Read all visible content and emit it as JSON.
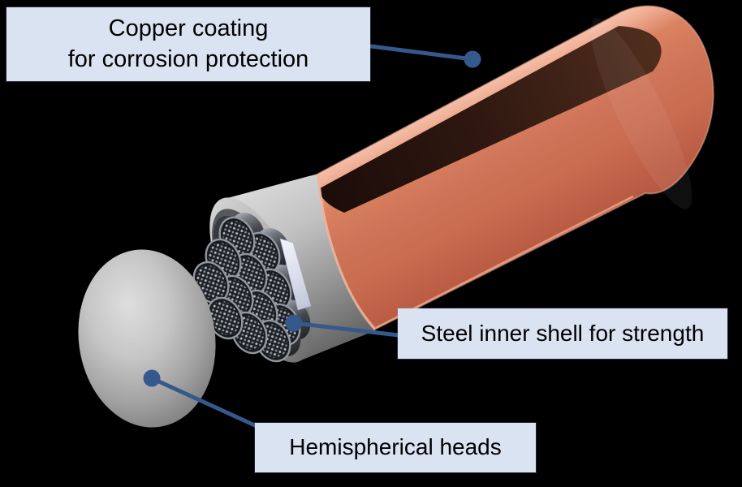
{
  "diagram": {
    "background_color": "#000000",
    "callouts": [
      {
        "id": "copper",
        "lines": [
          "Copper coating",
          "for corrosion protection"
        ]
      },
      {
        "id": "steel",
        "lines": [
          "Steel inner shell for strength"
        ]
      },
      {
        "id": "heads",
        "lines": [
          "Hemispherical heads"
        ]
      }
    ],
    "style": {
      "callout_background": "#dae3f1",
      "callout_text": "#000000",
      "leader_color": "#35598c",
      "copper_body": "#cd7357",
      "copper_highlight": "#f3c0ab",
      "copper_stripe": "#2a1510",
      "steel_shell": "#a9a9a9",
      "rod_face": "#1b1d21",
      "rod_pins": "#b2b8c4",
      "divider_plate": "#e9ecf6",
      "head_gray": "#b5b5b5"
    }
  }
}
